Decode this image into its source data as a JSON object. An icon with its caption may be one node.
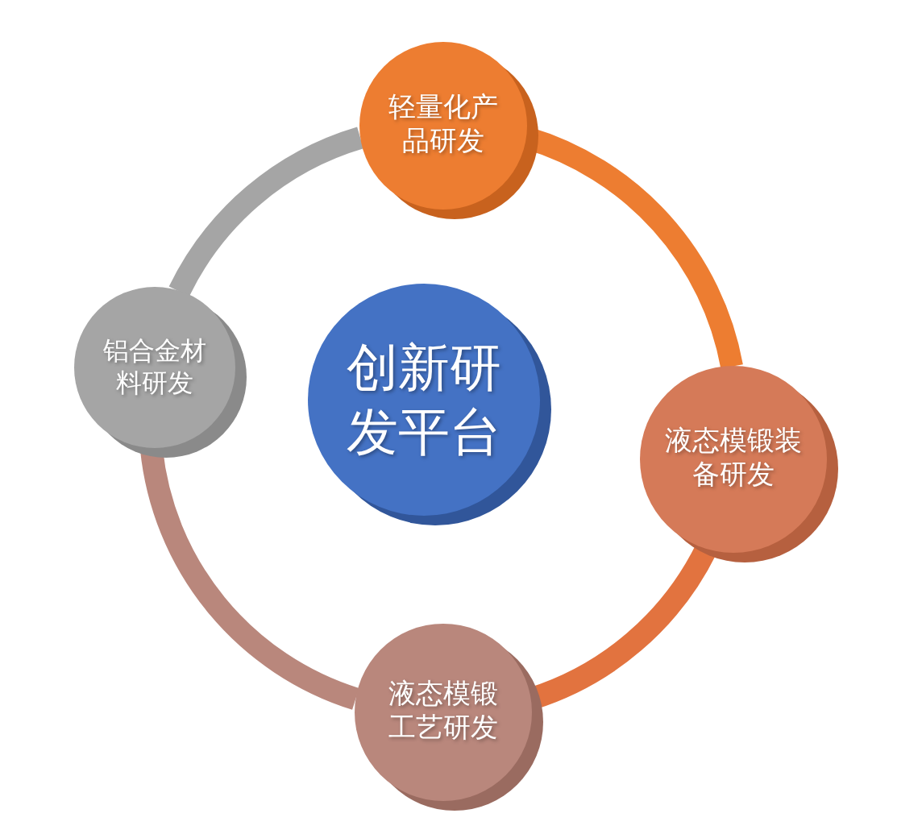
{
  "diagram": {
    "nodes": [
      {
        "text": [
          "轻量化产品研发"
        ]
      },
      {
        "text": [
          "铝合金材料研发"
        ]
      },
      {
        "text": [
          "创新研发平台"
        ]
      },
      {
        "text": [
          "液态模锻装备研发"
        ]
      },
      {
        "text": [
          "液态模锻工艺研发"
        ]
      }
    ],
    "edges": [
      {
        "from": 0,
        "to": 3,
        "arrow": "none",
        "color": "#ed7d31"
      },
      {
        "from": 3,
        "to": 4,
        "arrow": "none",
        "color": "#e2733f"
      },
      {
        "from": 4,
        "to": 1,
        "arrow": "none",
        "color": "#b9877c"
      },
      {
        "from": 1,
        "to": 0,
        "arrow": "none",
        "color": "#a5a5a5"
      }
    ]
  }
}
